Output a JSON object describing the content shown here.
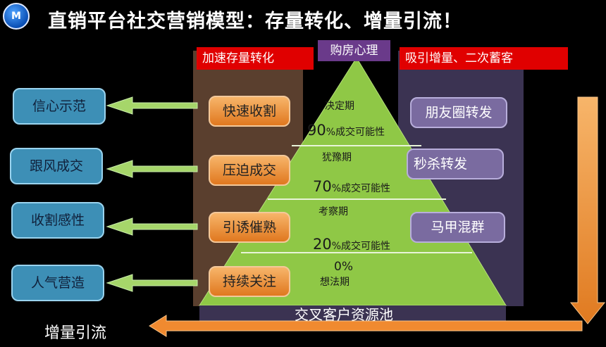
{
  "logo_text": "M",
  "title": "直销平台社交营销模型：存量转化、增量引流！",
  "left_banner": "加速存量转化",
  "right_banner": "吸引增量、二次蓄客",
  "center_label": "购房心理",
  "left_outcomes": [
    "信心示范",
    "跟风成交",
    "收割感性",
    "人气营造"
  ],
  "stage_actions": [
    "快速收割",
    "压迫成交",
    "引诱催熟",
    "持续关注"
  ],
  "phases": [
    {
      "name": "决定期",
      "pct": "90",
      "pct_suffix": "%成交可能性"
    },
    {
      "name": "犹豫期",
      "pct": "70",
      "pct_suffix": "%成交可能性"
    },
    {
      "name": "考察期",
      "pct": "20",
      "pct_suffix": "%成交可能性"
    },
    {
      "name": "想法期",
      "pct": "0%",
      "pct_suffix": ""
    }
  ],
  "right_actions": [
    "朋友圈转发",
    "秒杀转发",
    "马甲混群"
  ],
  "pool_label": "交叉客户资源池",
  "bottom_label": "增量引流",
  "colors": {
    "pyramid": "#8fc846",
    "stage": "#f0923a",
    "left_box": "#3d8fb6",
    "right_box": "#7a6ba0",
    "banner": "#e00000",
    "arrow": "#f59a3c"
  }
}
